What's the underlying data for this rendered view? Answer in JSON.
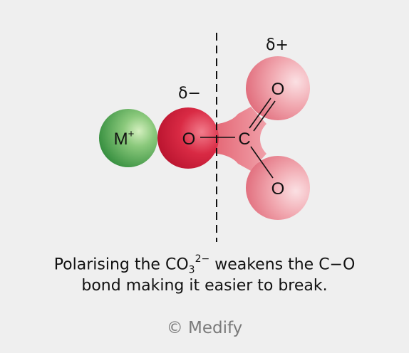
{
  "diagram": {
    "metal_ion": {
      "symbol": "M",
      "charge": "+"
    },
    "oxygen_left": "O",
    "carbon": "C",
    "oxygen_top": "O",
    "oxygen_bottom": "O",
    "delta_minus": "δ−",
    "delta_plus": "δ+"
  },
  "caption": {
    "line1_prefix": "Polarising the CO",
    "subscript": "3",
    "superscript": "2−",
    "line1_suffix": " weakens the C−O",
    "line2": "bond making it easier to break."
  },
  "copyright": "© Medify",
  "colors": {
    "background": "#efefef",
    "metal_green": "#4fa24f",
    "oxygen_red": "#d21f3a",
    "carbonate_pink": "#ec8c95"
  }
}
